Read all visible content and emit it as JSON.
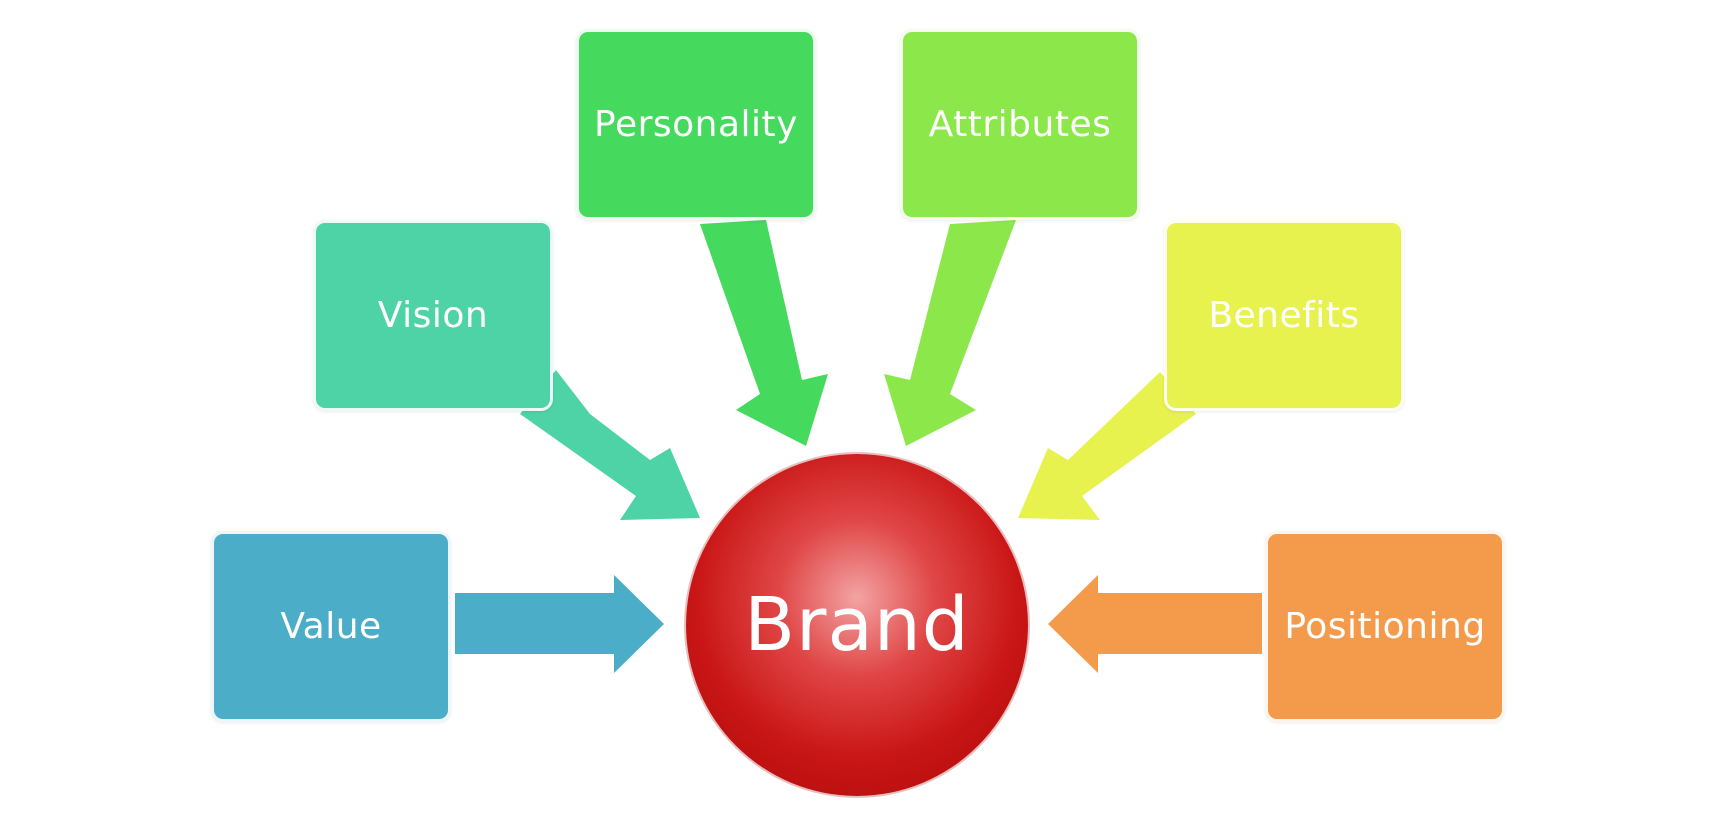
{
  "center": {
    "label": "Brand",
    "color": "#c81414"
  },
  "factors": [
    {
      "id": "personality",
      "label": "Personality",
      "color": "#45d95e"
    },
    {
      "id": "attributes",
      "label": "Attributes",
      "color": "#8ce84a"
    },
    {
      "id": "vision",
      "label": "Vision",
      "color": "#4dd3a6"
    },
    {
      "id": "benefits",
      "label": "Benefits",
      "color": "#e8f24e"
    },
    {
      "id": "value",
      "label": "Value",
      "color": "#4badc8"
    },
    {
      "id": "positioning",
      "label": "Positioning",
      "color": "#f49a4b"
    }
  ]
}
